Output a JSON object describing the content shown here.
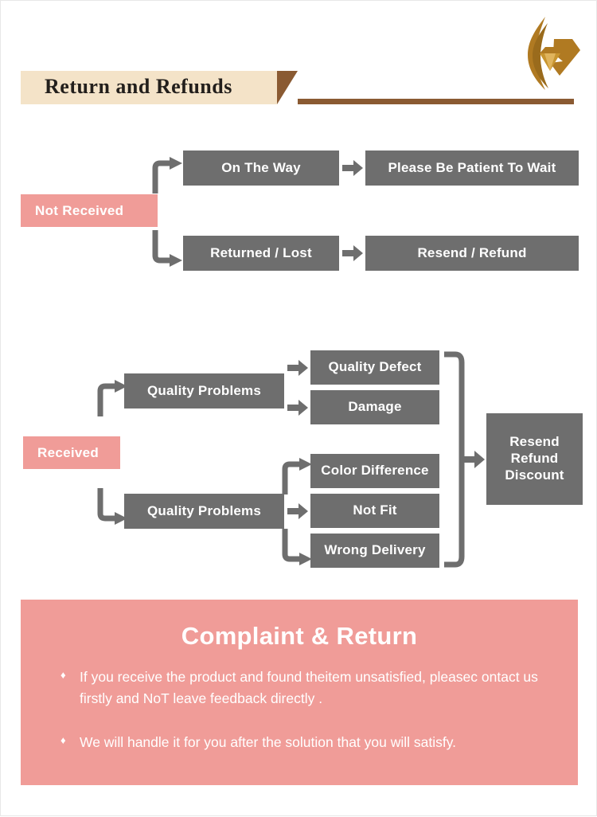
{
  "header": {
    "title": "Return and Refunds",
    "logo_icon": "diamond-flame-logo",
    "ribbon_color": "#f4e3c8",
    "accent_color": "#8a5a32"
  },
  "colors": {
    "box_gray": "#6e6e6e",
    "highlight_pink": "#f09c98",
    "text_white": "#ffffff"
  },
  "flow_not_received": {
    "entry_label": "Not Received",
    "branches": [
      {
        "step": "On The Way",
        "result": "Please Be Patient To Wait"
      },
      {
        "step": "Returned / Lost",
        "result": "Resend / Refund"
      }
    ]
  },
  "flow_received": {
    "entry_label": "Received",
    "groups": [
      {
        "label": "Quality Problems",
        "items": [
          "Quality Defect",
          "Damage"
        ]
      },
      {
        "label": "Quality Problems",
        "items": [
          "Color Difference",
          "Not Fit",
          "Wrong Delivery"
        ]
      }
    ],
    "outcome_lines": [
      "Resend",
      "Refund",
      "Discount"
    ]
  },
  "complaint": {
    "title": "Complaint & Return",
    "bullet_marker": "♦",
    "bullets": [
      "If you receive the product and found theitem unsatisfied, pleasec ontact us firstly and NoT leave feedback directly .",
      "We will handle it for you after the solution that you will satisfy."
    ]
  }
}
